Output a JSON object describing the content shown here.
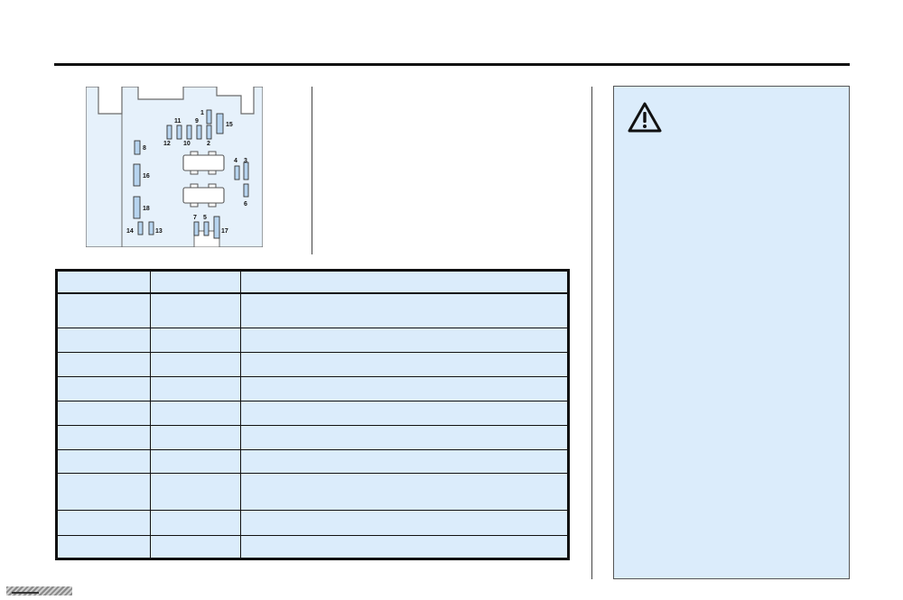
{
  "diagram": {
    "fuse_labels": {
      "f1": "1",
      "f2": "2",
      "f3": "3",
      "f4": "4",
      "f5": "5",
      "f6": "6",
      "f7": "7",
      "f8": "8",
      "f9": "9",
      "f10": "10",
      "f11": "11",
      "f12": "12",
      "f13": "13",
      "f14": "14",
      "f15": "15",
      "f16": "16",
      "f17": "17",
      "f18": "18"
    }
  },
  "table": {
    "headers": [
      "",
      "",
      ""
    ],
    "rows": [
      [
        "",
        "",
        ""
      ],
      [
        "",
        "",
        ""
      ],
      [
        "",
        "",
        ""
      ],
      [
        "",
        "",
        ""
      ],
      [
        "",
        "",
        ""
      ],
      [
        "",
        "",
        ""
      ],
      [
        "",
        "",
        ""
      ],
      [
        "",
        "",
        ""
      ],
      [
        "",
        "",
        ""
      ],
      [
        "",
        "",
        ""
      ]
    ]
  },
  "warning": {
    "icon": "warning-triangle-icon",
    "text": ""
  },
  "colors": {
    "panel_fill": "#dbecfb",
    "diagram_fill": "#e6f1fb",
    "fuse_fill": "#b7d4ef"
  }
}
